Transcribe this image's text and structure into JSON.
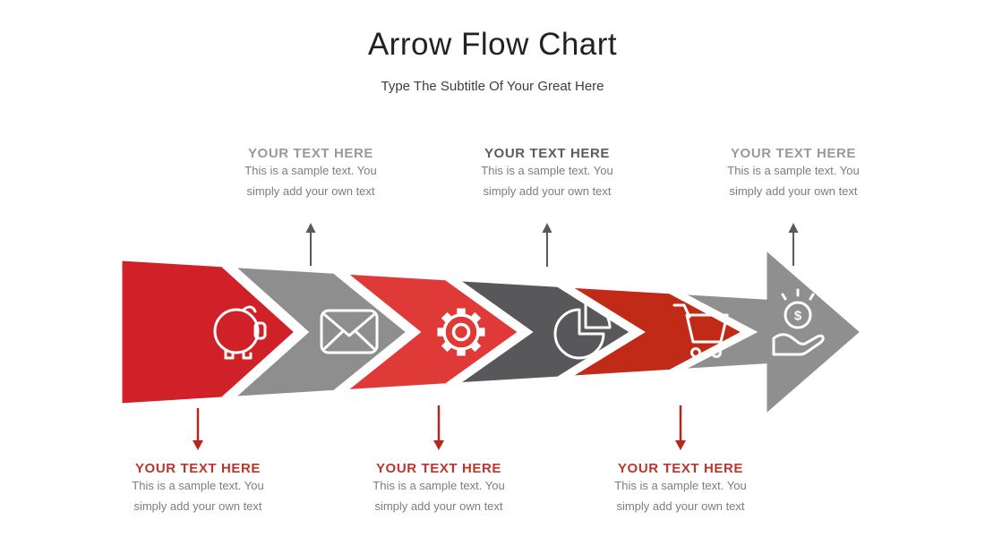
{
  "slide": {
    "title": "Arrow Flow Chart",
    "subtitle": "Type The Subtitle Of Your Great Here"
  },
  "top_blocks": [
    {
      "heading": "YOUR TEXT HERE",
      "line1": "This is a sample text. You",
      "line2": "simply add your own text"
    },
    {
      "heading": "YOUR TEXT HERE",
      "line1": "This is a sample text. You",
      "line2": "simply add your own text"
    },
    {
      "heading": "YOUR TEXT HERE",
      "line1": "This is a sample text. You",
      "line2": "simply add your own text"
    }
  ],
  "bottom_blocks": [
    {
      "heading": "YOUR TEXT HERE",
      "line1": "This is a sample text. You",
      "line2": "simply add your own text"
    },
    {
      "heading": "YOUR TEXT HERE",
      "line1": "This is a sample text. You",
      "line2": "simply add your own text"
    },
    {
      "heading": "YOUR TEXT HERE",
      "line1": "This is a sample text. You",
      "line2": "simply add your own text"
    }
  ],
  "flow": {
    "steps": [
      {
        "icon": "piggy-bank-icon",
        "color": "#d02128"
      },
      {
        "icon": "envelope-icon",
        "color": "#8e8e8e"
      },
      {
        "icon": "gear-icon",
        "color": "#e03a38"
      },
      {
        "icon": "pie-chart-icon",
        "color": "#58585a"
      },
      {
        "icon": "shopping-cart-icon",
        "color": "#c12a17"
      },
      {
        "icon": "money-in-hand-icon",
        "color": "#8f8f8f",
        "coin_symbol": "$"
      }
    ]
  },
  "palette": {
    "background": "#ffffff",
    "title_text": "#222222",
    "subtitle_text": "#3d3d3d",
    "top_heading_gray": "#999999",
    "top_heading_dark": "#5c5c5c",
    "bottom_heading_red": "#b7372c",
    "body_text": "#7d7d7d",
    "up_connector": "#5a5a5a",
    "down_connector": "#b8251b",
    "icon_stroke": "#ffffff"
  }
}
